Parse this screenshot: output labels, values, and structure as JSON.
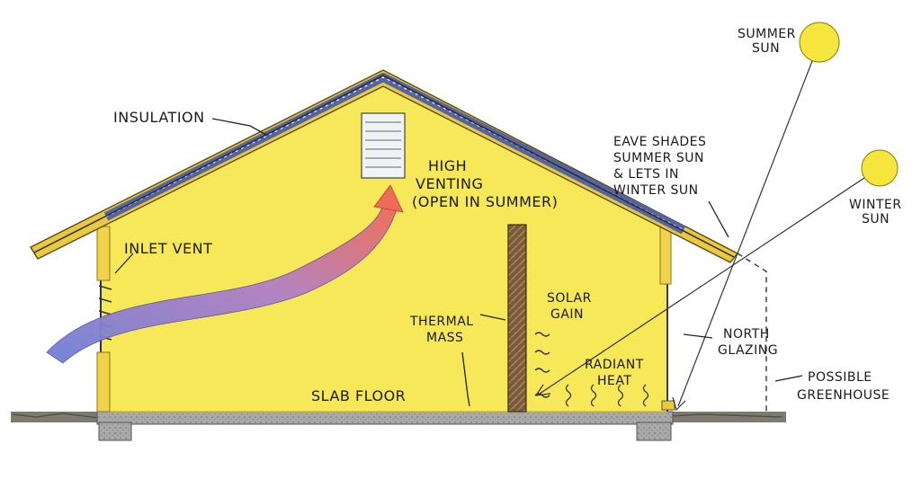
{
  "labels": {
    "summer_sun": [
      "SUMMER",
      "SUN"
    ],
    "winter_sun": [
      "WINTER",
      "SUN"
    ],
    "insulation": "INSULATION",
    "eave": [
      "EAVE SHADES",
      "SUMMER SUN",
      "& LETS IN",
      "WINTER SUN"
    ],
    "high_venting": [
      "HIGH",
      "VENTING",
      "(OPEN IN SUMMER)"
    ],
    "inlet_vent": "INLET VENT",
    "solar_gain": [
      "SOLAR",
      "GAIN"
    ],
    "thermal_mass": [
      "THERMAL",
      "MASS"
    ],
    "north_glazing": [
      "NORTH",
      "GLAZING"
    ],
    "radiant_heat": [
      "RADIANT",
      "HEAT"
    ],
    "possible_greenhouse": [
      "POSSIBLE",
      "GREENHOUSE"
    ],
    "slab_floor": "SLAB FLOOR"
  },
  "colors": {
    "wall_fill": "#f7e85a",
    "roof_trim": "#e8c940",
    "roof_insulation": "#4f5fa8",
    "sun": "#f6e53c",
    "thermal_mass": "#7a5a3a",
    "slab": "#a9a9a9",
    "ground": "#7d7a70",
    "air_cool": "#6e7fd6",
    "air_warm": "#f06a5a"
  },
  "icons": {
    "summer_sun": "sun-icon",
    "winter_sun": "sun-icon",
    "vent": "louver-vent-icon",
    "airflow": "curved-arrow-icon"
  }
}
